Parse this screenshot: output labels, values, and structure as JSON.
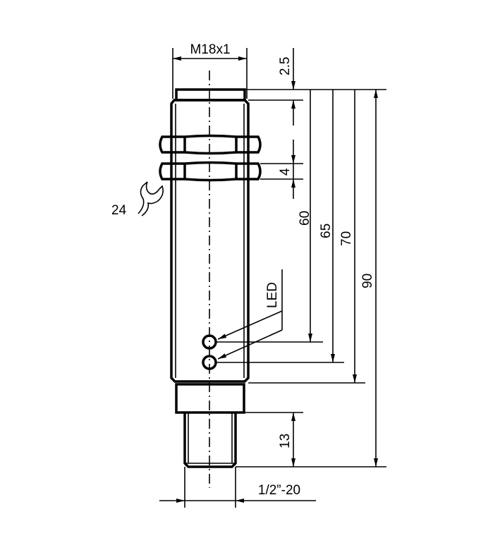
{
  "drawing": {
    "thread_label": "M18x1",
    "connector_thread_label": "1/2”-20",
    "wrench_size": "24",
    "led_label": "LED",
    "dimensions": {
      "cap_height": "2.5",
      "nut_height": "4",
      "led1_position": "60",
      "led2_position": "65",
      "body_length": "70",
      "total_length": "90",
      "connector_length": "13"
    },
    "icons": [
      "wrench-icon"
    ]
  }
}
